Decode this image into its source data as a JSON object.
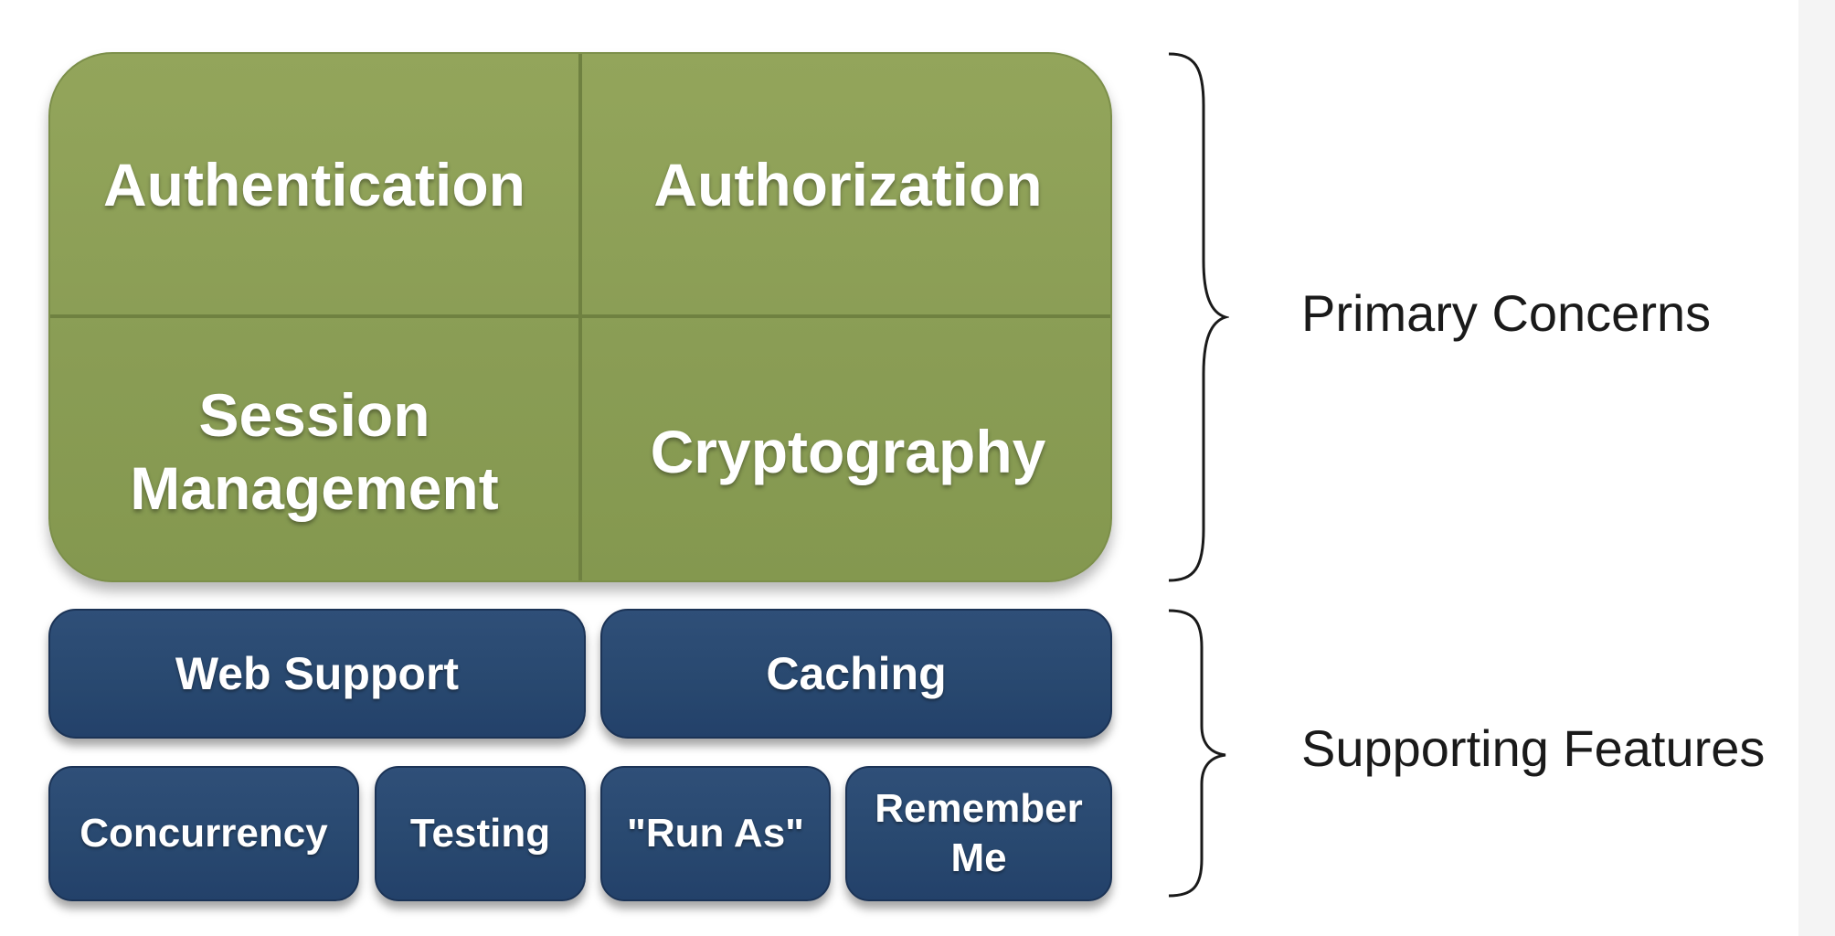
{
  "primary_concerns": {
    "cells": [
      {
        "label": "Authentication"
      },
      {
        "label": "Authorization"
      },
      {
        "label": "Session\nManagement"
      },
      {
        "label": "Cryptography"
      }
    ],
    "group_label": "Primary Concerns",
    "color": "#8a9d55"
  },
  "supporting_features": {
    "items": [
      {
        "label": "Web Support"
      },
      {
        "label": "Caching"
      },
      {
        "label": "Concurrency"
      },
      {
        "label": "Testing"
      },
      {
        "label": "\"Run As\""
      },
      {
        "label": "Remember\nMe"
      }
    ],
    "group_label": "Supporting Features",
    "color": "#2a4a72"
  }
}
